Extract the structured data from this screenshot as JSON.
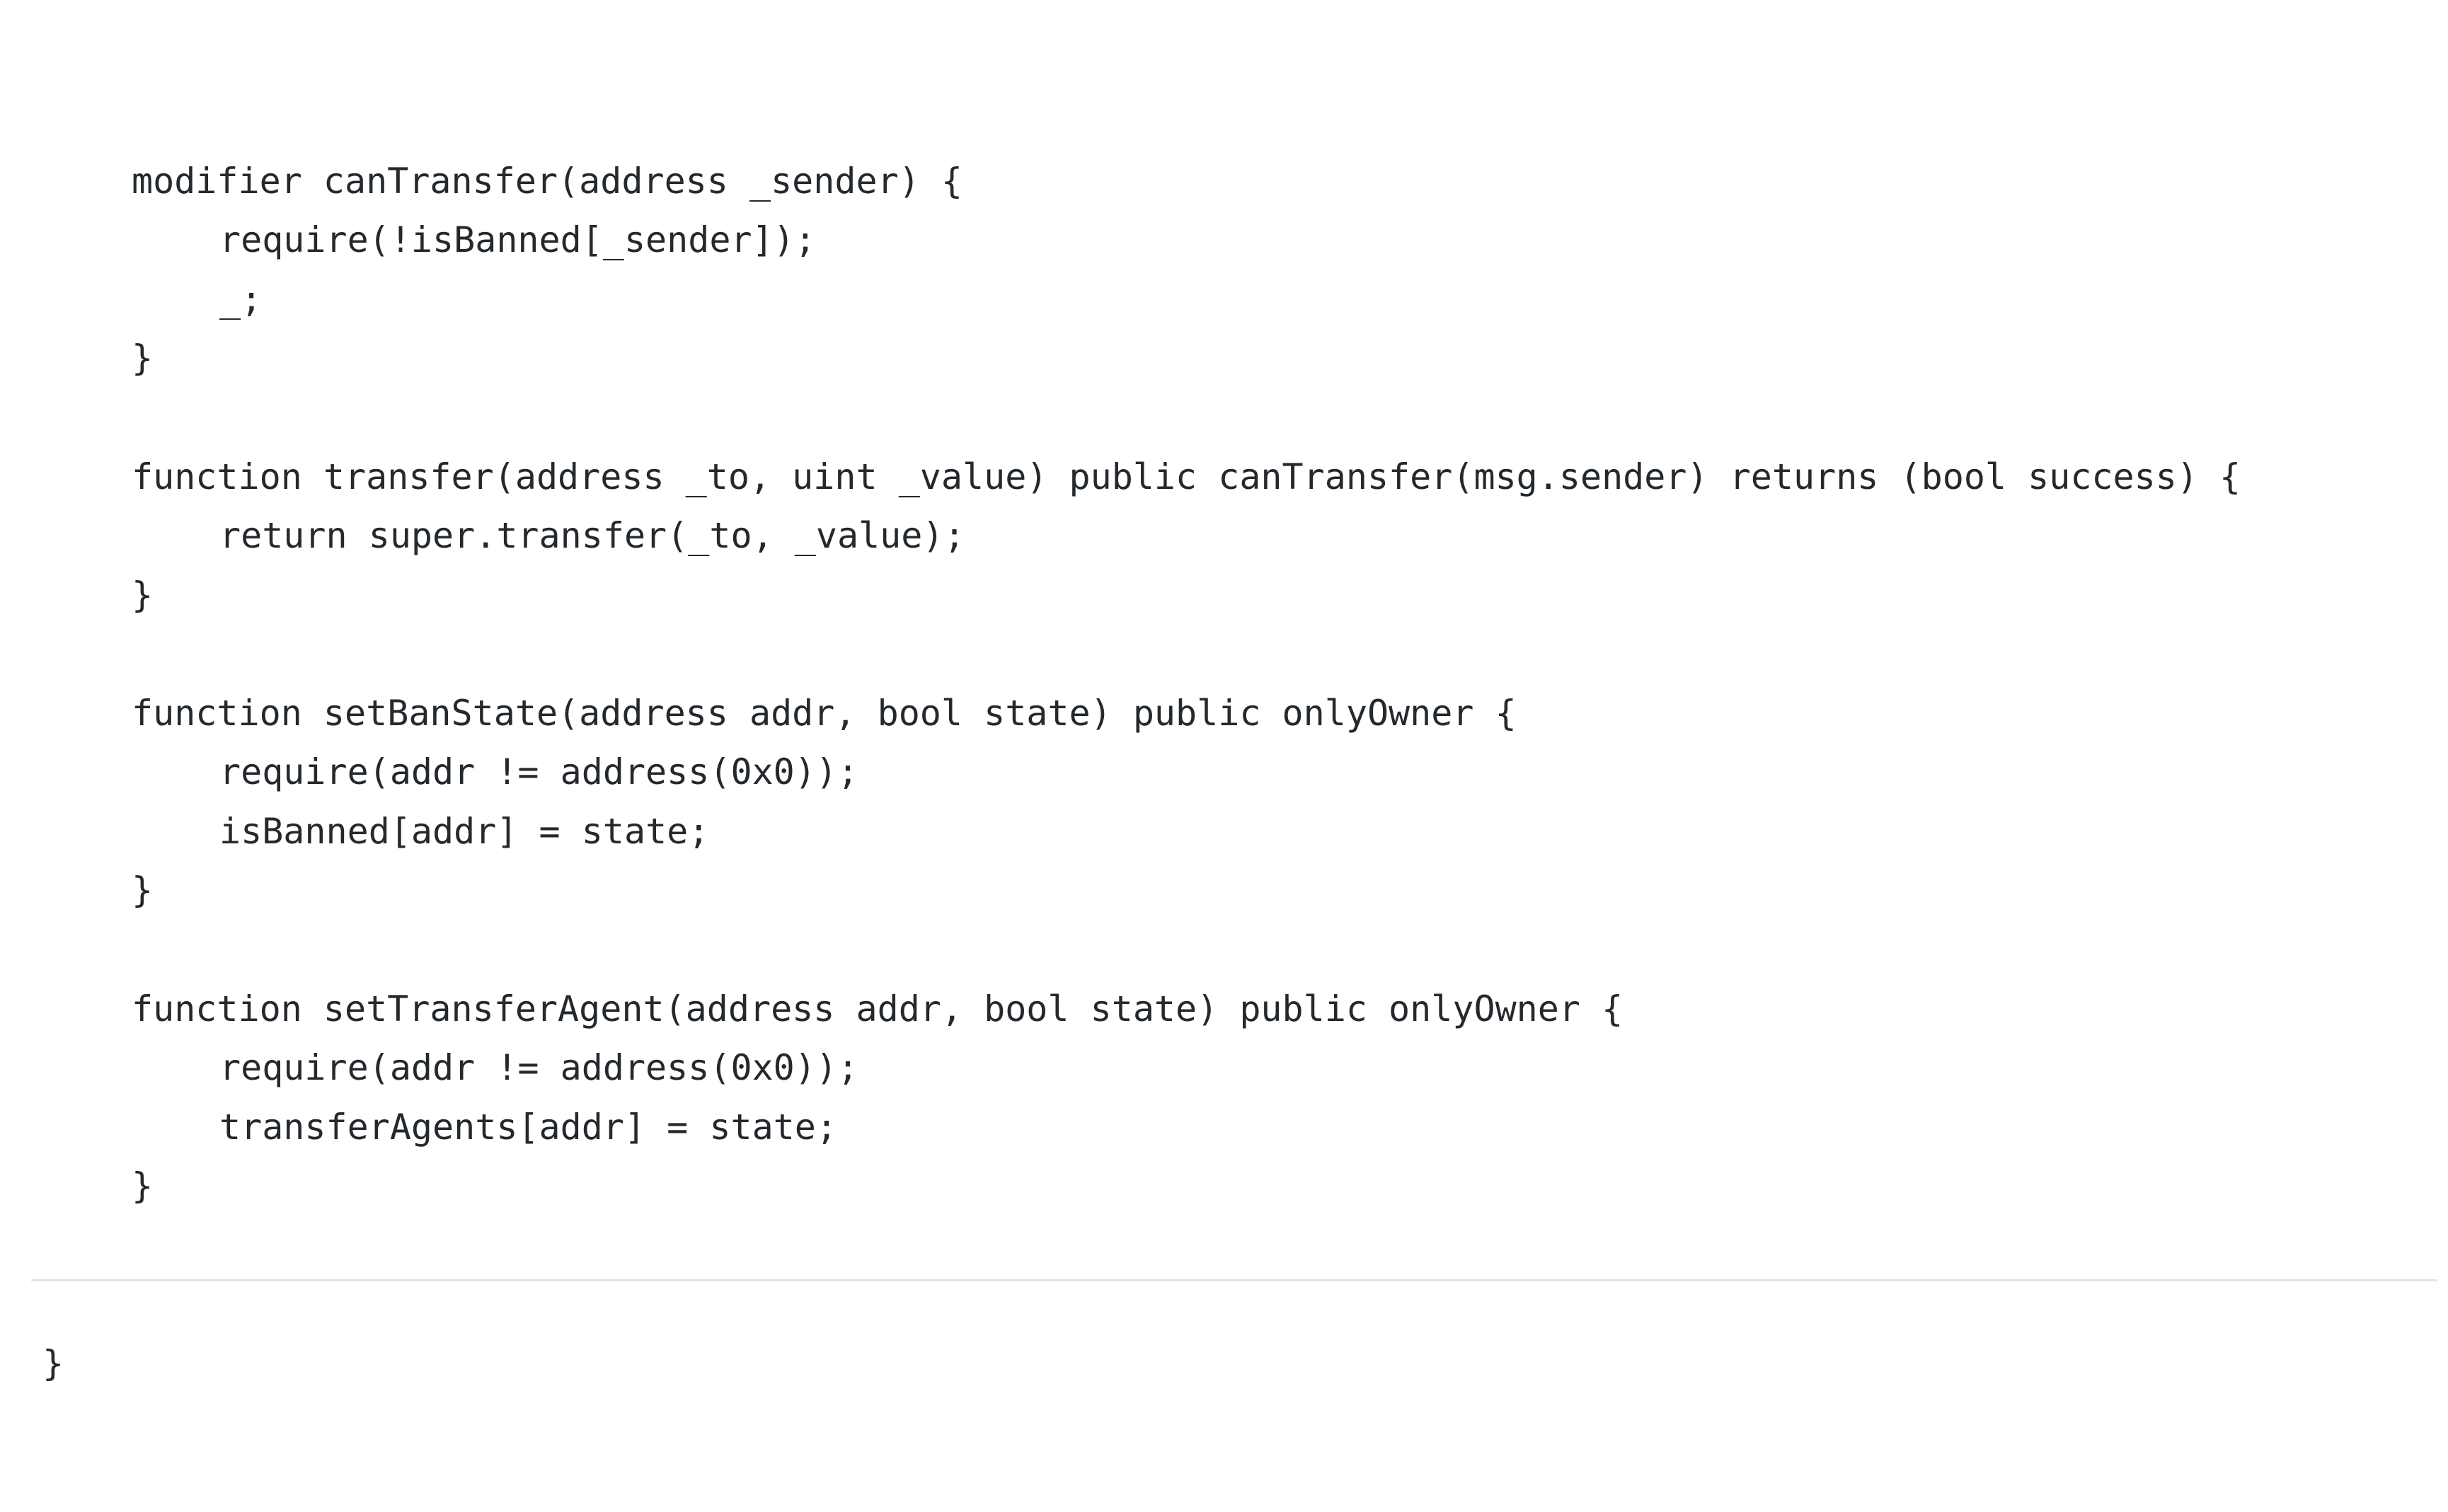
{
  "code": {
    "lines": [
      {
        "text": "modifier canTransfer(address _sender) {"
      },
      {
        "text": "require(!isBanned[_sender]);"
      },
      {
        "text": "_;"
      },
      {
        "text": "}"
      },
      {
        "text": "function transfer(address _to, uint _value) public canTransfer(msg.sender) returns (bool success) {"
      },
      {
        "text": "return super.transfer(_to, _value);"
      },
      {
        "text": "}"
      },
      {
        "text": "function setBanState(address addr, bool state) public onlyOwner {"
      },
      {
        "text": "require(addr != address(0x0));"
      },
      {
        "text": "isBanned[addr] = state;"
      },
      {
        "text": "}"
      },
      {
        "text": "function setTransferAgent(address addr, bool state) public onlyOwner {"
      },
      {
        "text": "require(addr != address(0x0));"
      },
      {
        "text": "transferAgents[addr] = state;"
      },
      {
        "text": "}"
      },
      {
        "text": "}"
      }
    ]
  }
}
